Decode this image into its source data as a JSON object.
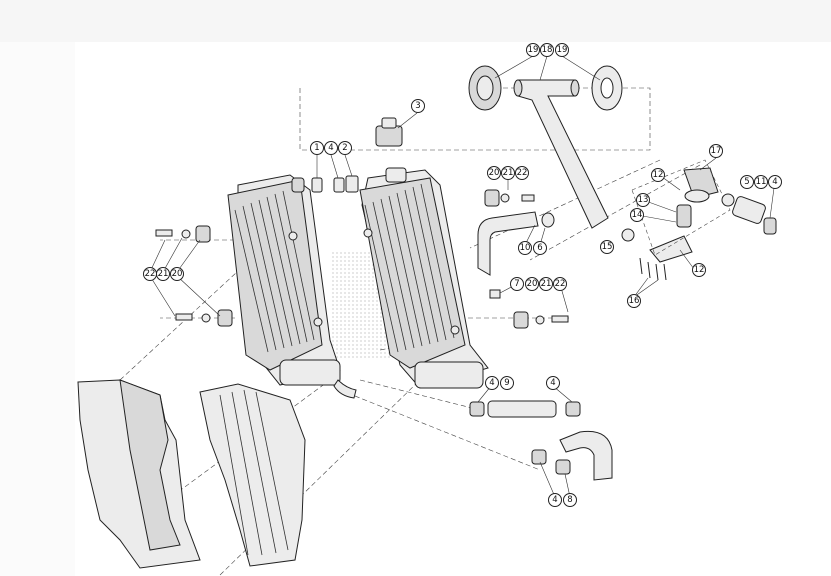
{
  "diagram": {
    "callouts": [
      {
        "id": "c-19a",
        "text": "19"
      },
      {
        "id": "c-18",
        "text": "18"
      },
      {
        "id": "c-19b",
        "text": "19"
      },
      {
        "id": "c-3",
        "text": "3"
      },
      {
        "id": "c-1",
        "text": "1"
      },
      {
        "id": "c-4a",
        "text": "4"
      },
      {
        "id": "c-2",
        "text": "2"
      },
      {
        "id": "c-20a",
        "text": "20"
      },
      {
        "id": "c-21a",
        "text": "21"
      },
      {
        "id": "c-22a",
        "text": "22"
      },
      {
        "id": "c-17",
        "text": "17"
      },
      {
        "id": "c-12a",
        "text": "12"
      },
      {
        "id": "c-5",
        "text": "5"
      },
      {
        "id": "c-11",
        "text": "11"
      },
      {
        "id": "c-4b",
        "text": "4"
      },
      {
        "id": "c-13",
        "text": "13"
      },
      {
        "id": "c-14",
        "text": "14"
      },
      {
        "id": "c-15",
        "text": "15"
      },
      {
        "id": "c-12b",
        "text": "12"
      },
      {
        "id": "c-16",
        "text": "16"
      },
      {
        "id": "c-10",
        "text": "10"
      },
      {
        "id": "c-6",
        "text": "6"
      },
      {
        "id": "c-22b",
        "text": "22"
      },
      {
        "id": "c-21b",
        "text": "21"
      },
      {
        "id": "c-20b",
        "text": "20"
      },
      {
        "id": "c-7",
        "text": "7"
      },
      {
        "id": "c-20c",
        "text": "20"
      },
      {
        "id": "c-21c",
        "text": "21"
      },
      {
        "id": "c-22c",
        "text": "22"
      },
      {
        "id": "c-4c",
        "text": "4"
      },
      {
        "id": "c-9",
        "text": "9"
      },
      {
        "id": "c-4d",
        "text": "4"
      },
      {
        "id": "c-4e",
        "text": "4"
      },
      {
        "id": "c-8",
        "text": "8"
      }
    ]
  }
}
